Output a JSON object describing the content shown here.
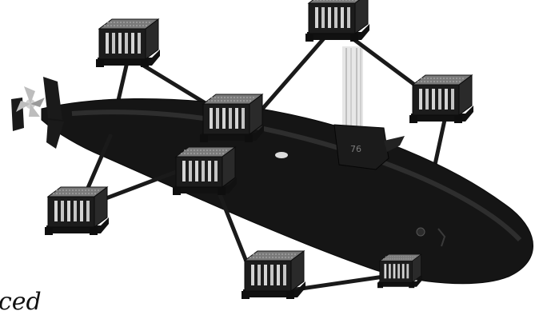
{
  "figure": {
    "caption_fragment": "ced",
    "hull_marking": "76",
    "colors": {
      "hull": "#151515",
      "hull_edge": "#2a2a2a",
      "cable": "#1a1a1a",
      "module_frame": "#1c1c1c",
      "module_top": "#7a7a7a",
      "module_fin": "#cfcfcf",
      "beam": "#bdbdbd",
      "background": "#ffffff"
    },
    "icons": [
      "submarine-icon",
      "propeller-icon",
      "module-icon"
    ],
    "modules": [
      "module-1",
      "module-2",
      "module-3",
      "module-4",
      "module-5",
      "module-6",
      "module-7",
      "module-8"
    ]
  }
}
